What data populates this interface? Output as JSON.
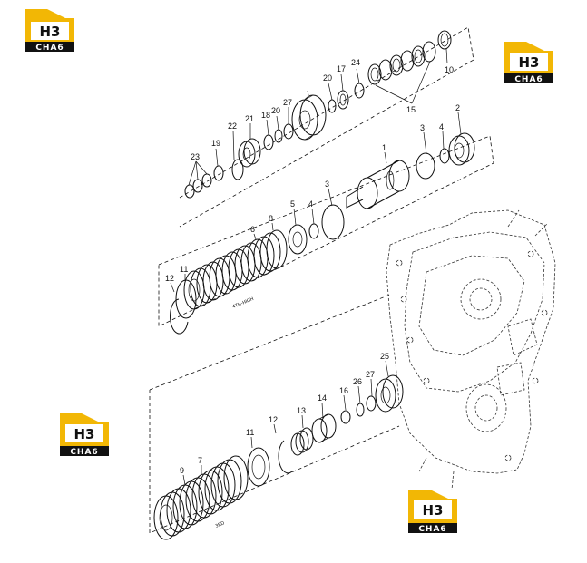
{
  "logos": [
    {
      "top": "H3",
      "bottom": "CHA6",
      "color": "#f0b400"
    },
    {
      "top": "H3",
      "bottom": "CHA6",
      "color": "#f0b400"
    },
    {
      "top": "H3",
      "bottom": "CHA6",
      "color": "#f0b400"
    },
    {
      "top": "H3",
      "bottom": "CHA6",
      "color": "#f0b400"
    }
  ],
  "group_tags": {
    "upper": "4TH-HIGH",
    "lower": "3RD"
  },
  "callouts": {
    "c10": "10",
    "c15": "15",
    "c24": "24",
    "c17": "17",
    "c20a": "20",
    "c27a": "27",
    "c20b": "20",
    "c18": "18",
    "c21": "21",
    "c22": "22",
    "c19": "19",
    "c23": "23",
    "c2": "2",
    "c4a": "4",
    "c3a": "3",
    "c1": "1",
    "c3b": "3",
    "c4b": "4",
    "c5": "5",
    "c8": "8",
    "c6": "6",
    "c12a": "12",
    "c11a": "11",
    "c25": "25",
    "c27b": "27",
    "c26": "26",
    "c16": "16",
    "c14": "14",
    "c13": "13",
    "c12b": "12",
    "c11b": "11",
    "c9": "9",
    "c7": "7"
  }
}
